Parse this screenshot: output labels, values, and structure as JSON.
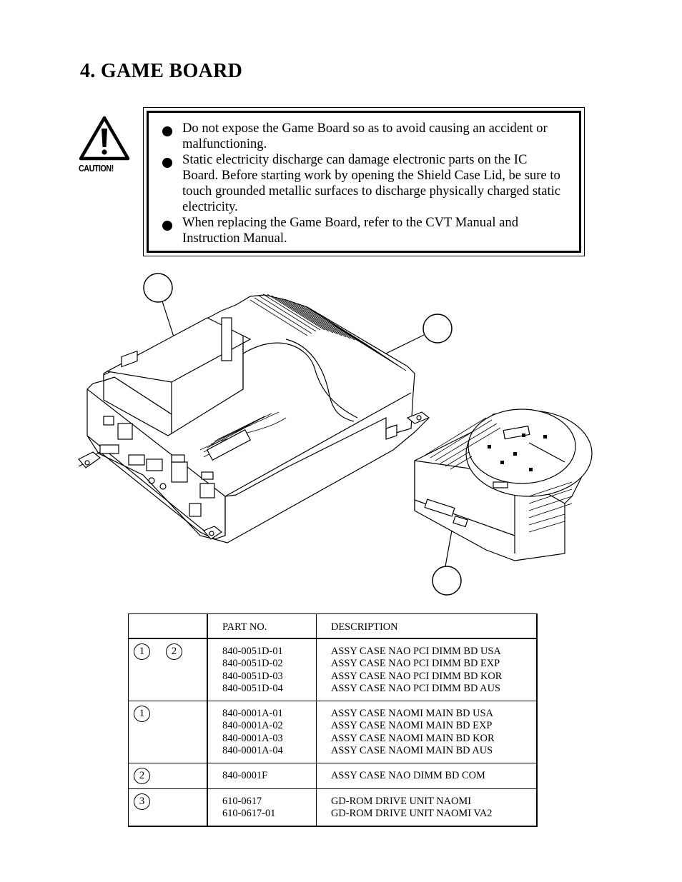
{
  "heading": "4.  GAME BOARD",
  "caution": {
    "label": "CAUTION!",
    "items": [
      "Do not expose the Game Board so as to avoid causing an accident or malfunctioning.",
      "Static electricity discharge can damage electronic parts on the IC Board.  Before starting work by opening the Shield Case Lid, be sure to touch grounded metallic surfaces to discharge physically charged static electricity.",
      "When replacing the Game Board, refer to the CVT Manual and Instruction Manual."
    ]
  },
  "illustration": {
    "callouts": [
      "",
      "",
      ""
    ]
  },
  "table": {
    "headers": [
      "",
      "PART NO.",
      "DESCRIPTION"
    ],
    "rows": [
      {
        "refs": [
          "1",
          "2"
        ],
        "parts": [
          "840-0051D-01",
          "840-0051D-02",
          "840-0051D-03",
          "840-0051D-04"
        ],
        "descriptions": [
          "ASSY CASE NAO PCI DIMM BD USA",
          "ASSY CASE NAO PCI DIMM BD EXP",
          "ASSY CASE NAO PCI DIMM BD KOR",
          "ASSY CASE NAO PCI DIMM BD AUS"
        ]
      },
      {
        "refs": [
          "1"
        ],
        "parts": [
          "840-0001A-01",
          "840-0001A-02",
          "840-0001A-03",
          "840-0001A-04"
        ],
        "descriptions": [
          "ASSY CASE NAOMI MAIN BD USA",
          "ASSY CASE NAOMI MAIN BD EXP",
          "ASSY CASE NAOMI MAIN BD KOR",
          "ASSY CASE NAOMI MAIN BD AUS"
        ]
      },
      {
        "refs": [
          "2"
        ],
        "parts": [
          "840-0001F"
        ],
        "descriptions": [
          "ASSY CASE NAO DIMM BD COM"
        ]
      },
      {
        "refs": [
          "3"
        ],
        "parts": [
          "610-0617",
          "610-0617-01"
        ],
        "descriptions": [
          "GD-ROM DRIVE UNIT NAOMI",
          "GD-ROM DRIVE UNIT NAOMI VA2"
        ]
      }
    ]
  }
}
